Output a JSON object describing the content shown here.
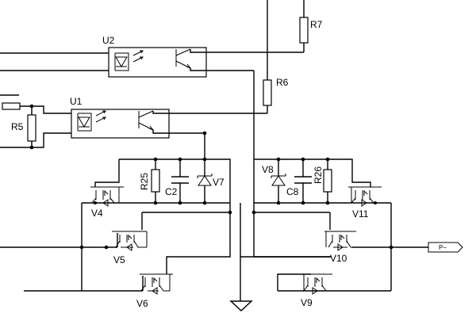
{
  "labels": {
    "U1": "U1",
    "U2": "U2",
    "R5": "R5",
    "R6": "R6",
    "R7": "R7",
    "R25": "R25",
    "R26": "R26",
    "C2": "C2",
    "C8": "C8",
    "V4": "V4",
    "V5": "V5",
    "V6": "V6",
    "V7": "V7",
    "V8": "V8",
    "V9": "V9",
    "V10": "V10",
    "V11": "V11"
  },
  "net_tag": "P−"
}
